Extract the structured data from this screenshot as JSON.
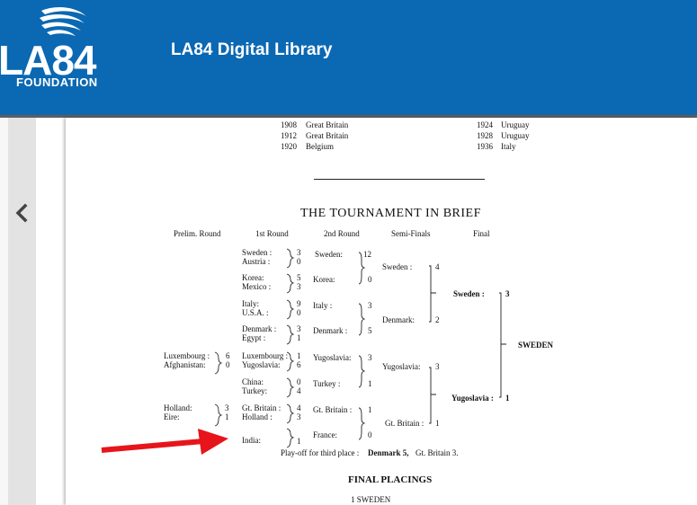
{
  "header": {
    "logo_text": "LA84",
    "logo_subtext": "FOUNDATION",
    "site_title": "LA84 Digital Library"
  },
  "winners_list": [
    {
      "year": "1908",
      "country": "Great Britain"
    },
    {
      "year": "1912",
      "country": "Great Britain"
    },
    {
      "year": "1920",
      "country": "Belgium"
    },
    {
      "year": "1924",
      "country": "Uruguay"
    },
    {
      "year": "1928",
      "country": "Uruguay"
    },
    {
      "year": "1936",
      "country": "Italy"
    }
  ],
  "tournament": {
    "title": "THE TOURNAMENT IN BRIEF",
    "columns": [
      "Prelim. Round",
      "1st Round",
      "2nd Round",
      "Semi-Finals",
      "Final"
    ],
    "prelim": [
      {
        "team": "Luxembourg :",
        "score": "6"
      },
      {
        "team": "Afghanistan:",
        "score": "0"
      },
      {
        "team": "Holland:",
        "score": "3"
      },
      {
        "team": "Eire:",
        "score": "1"
      }
    ],
    "first_round": [
      {
        "team": "Sweden :",
        "score": "3"
      },
      {
        "team": "Austria :",
        "score": "0"
      },
      {
        "team": "Korea:",
        "score": "5"
      },
      {
        "team": "Mexico :",
        "score": "3"
      },
      {
        "team": "Italy:",
        "score": "9"
      },
      {
        "team": "U.S.A. :",
        "score": "0"
      },
      {
        "team": "Denmark :",
        "score": "3"
      },
      {
        "team": "Egypt :",
        "score": "1"
      },
      {
        "team": "Luxembourg :",
        "score": "1"
      },
      {
        "team": "Yugoslavia:",
        "score": "6"
      },
      {
        "team": "China:",
        "score": "0"
      },
      {
        "team": "Turkey:",
        "score": "4"
      },
      {
        "team": "Gt. Britain :",
        "score": "4"
      },
      {
        "team": "Holland :",
        "score": "3"
      },
      {
        "team": "India:",
        "score": "1"
      }
    ],
    "second_round": [
      {
        "team": "Sweden:",
        "score": "12"
      },
      {
        "team": "Korea:",
        "score": "0"
      },
      {
        "team": "Italy :",
        "score": "3"
      },
      {
        "team": "Denmark :",
        "score": "5"
      },
      {
        "team": "Yugoslavia:",
        "score": "3"
      },
      {
        "team": "Turkey :",
        "score": "1"
      },
      {
        "team": "Gt. Britain :",
        "score": "1"
      },
      {
        "team": "France:",
        "score": "0"
      }
    ],
    "semi_finals": [
      {
        "team": "Sweden :",
        "score": "4"
      },
      {
        "team": "Denmark:",
        "score": "2"
      },
      {
        "team": "Yugoslavia:",
        "score": "3"
      },
      {
        "team": "Gt. Britain :",
        "score": "1"
      }
    ],
    "final": [
      {
        "team": "Sweden :",
        "score": "3"
      },
      {
        "team": "Yugoslavia :",
        "score": "1"
      }
    ],
    "champion": "SWEDEN",
    "playoff_prefix": "Play-off for third place :",
    "playoff_winner": "Denmark 5,",
    "playoff_loser": "Gt. Britain 3."
  },
  "final_placings": {
    "title": "FINAL PLACINGS",
    "first": "1 SWEDEN"
  },
  "colors": {
    "header_bg": "#0b68b3",
    "arrow": "#e8141b"
  },
  "icons": {
    "prev": "chevron-left-icon",
    "logo": "wings-icon",
    "annotation": "red-arrow-icon"
  }
}
